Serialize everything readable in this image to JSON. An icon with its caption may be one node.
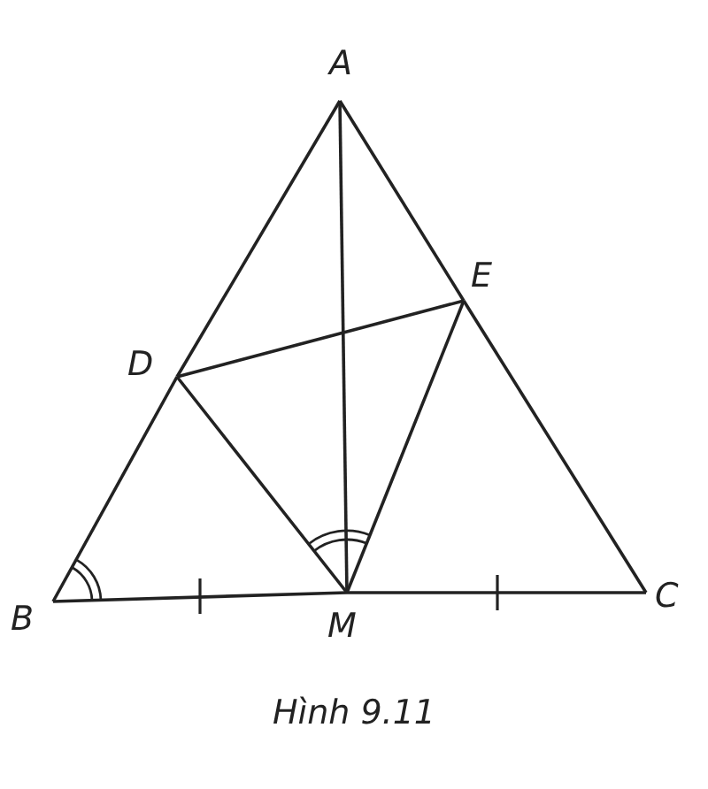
{
  "diagram": {
    "caption": "Hình 9.11",
    "nodes": [
      {
        "text": [
          "A"
        ]
      },
      {
        "text": [
          "E"
        ]
      },
      {
        "text": [
          "D"
        ]
      },
      {
        "text": [
          "B"
        ]
      },
      {
        "text": [
          "M"
        ]
      },
      {
        "text": [
          "C"
        ]
      }
    ],
    "edges": [
      {
        "from": 0,
        "to": 2,
        "arrow": "none"
      },
      {
        "from": 2,
        "to": 3,
        "arrow": "none"
      },
      {
        "from": 0,
        "to": 1,
        "arrow": "none"
      },
      {
        "from": 1,
        "to": 5,
        "arrow": "none"
      },
      {
        "from": 3,
        "to": 4,
        "arrow": "none"
      },
      {
        "from": 4,
        "to": 5,
        "arrow": "none"
      },
      {
        "from": 0,
        "to": 4,
        "arrow": "none"
      },
      {
        "from": 2,
        "to": 1,
        "arrow": "none"
      },
      {
        "from": 2,
        "to": 4,
        "arrow": "none"
      },
      {
        "from": 1,
        "to": 4,
        "arrow": "none"
      }
    ]
  }
}
